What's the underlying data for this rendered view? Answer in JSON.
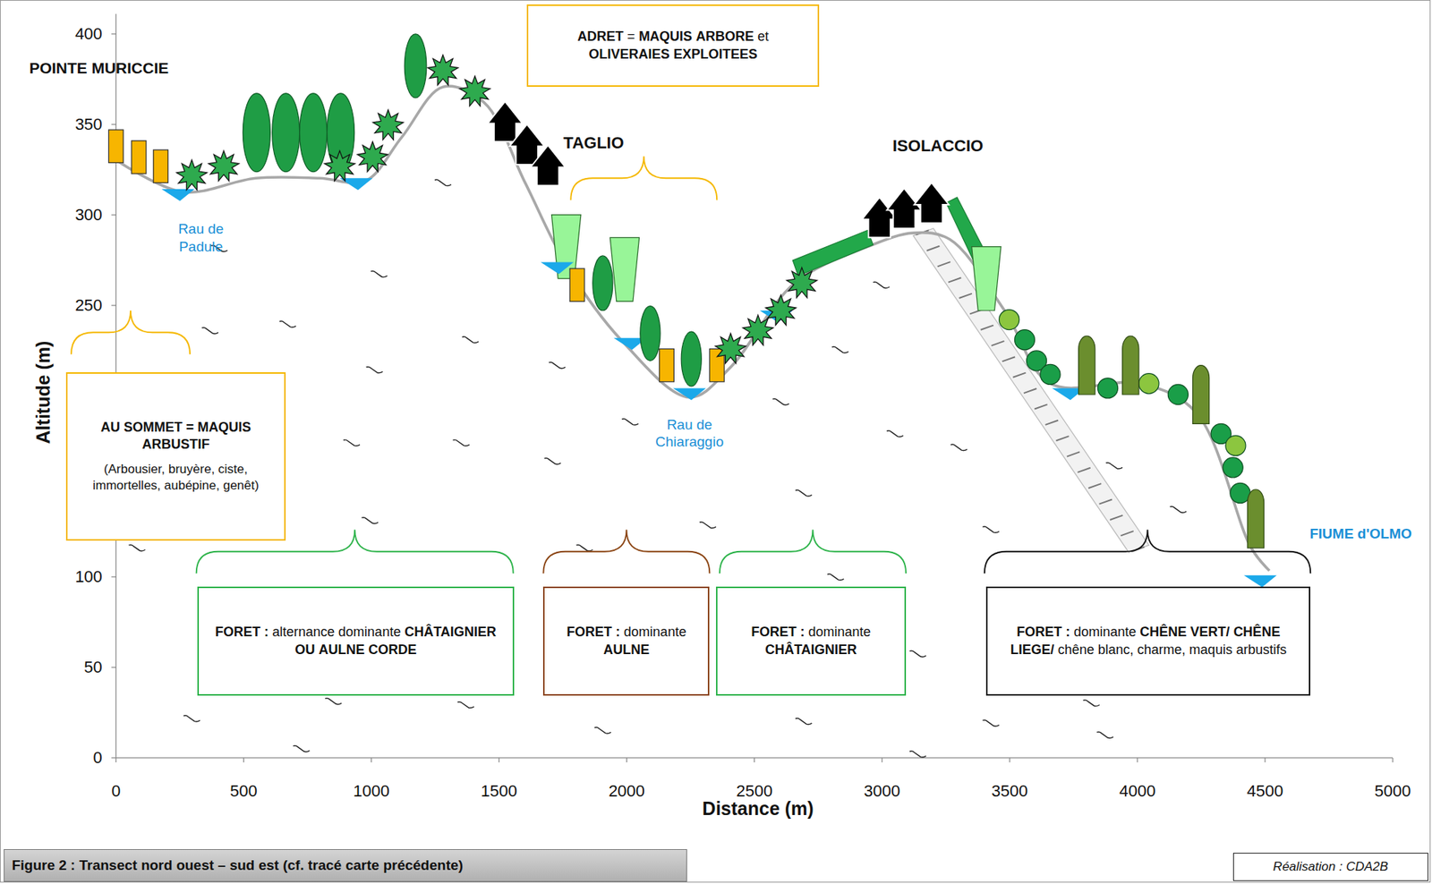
{
  "diagram": {
    "caption": "Figure 2 : Transect nord ouest – sud est (cf. tracé carte précédente)",
    "nodes": [
      {
        "text": [
          "AU SOMMET = MAQUIS ARBUSTIF",
          "(Arbousier, bruyère, ciste, immortelles, aubépine, genêt)"
        ]
      },
      {
        "text": [
          "ADRET = MAQUIS ARBORE et OLIVERAIES EXPLOITEES"
        ]
      },
      {
        "text": [
          "FORET : alternance dominante CHÂTAIGNIER OU AULNE CORDE"
        ]
      },
      {
        "text": [
          "FORET : dominante AULNE"
        ]
      },
      {
        "text": [
          "FORET : dominante CHÂTAIGNIER"
        ]
      },
      {
        "text": [
          "FORET : dominante CHÊNE VERT/ CHÊNE LIEGE/ chêne blanc, charme, maquis arbustifs"
        ]
      },
      {
        "text": [
          "Réalisation : CDA2B"
        ]
      }
    ],
    "labels": [
      "400",
      "350",
      "300",
      "250",
      "100",
      "50",
      "0",
      "0",
      "500",
      "1000",
      "1500",
      "2000",
      "2500",
      "3000",
      "3500",
      "4000",
      "4500",
      "5000",
      "Altitude (m)",
      "Distance (m)",
      "POINTE MURICCIE",
      "TAGLIO",
      "ISOLACCIO",
      "Rau de Padule",
      "Rau de Chiaraggio",
      "FIUME d'OLMO"
    ]
  }
}
